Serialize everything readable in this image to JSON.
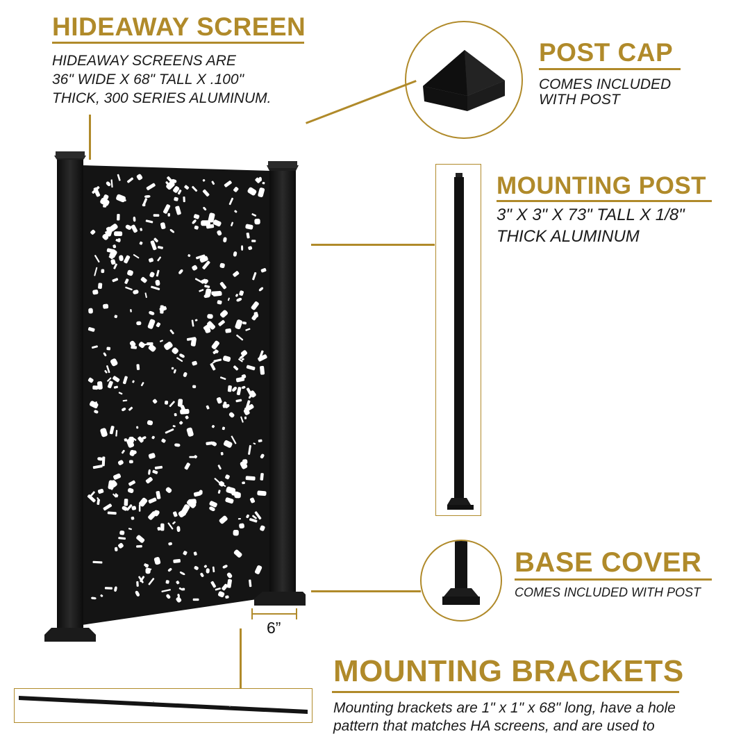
{
  "hideaway_screen": {
    "title": "HIDEAWAY SCREEN",
    "desc_line1": "HIDEAWAY SCREENS ARE",
    "desc_line2": "36\" WIDE X 68\" TALL X .100\"",
    "desc_line3": "THICK, 300 SERIES ALUMINUM."
  },
  "post_cap": {
    "title": "POST CAP",
    "desc_line1": "COMES INCLUDED",
    "desc_line2": "WITH POST"
  },
  "mounting_post": {
    "title": "MOUNTING POST",
    "desc_line1": "3\" X 3\" X 73\" TALL X 1/8\"",
    "desc_line2": "THICK ALUMINUM"
  },
  "base_cover": {
    "title": "BASE COVER",
    "desc_line1": "COMES INCLUDED WITH POST"
  },
  "mounting_brackets": {
    "title": "MOUNTING BRACKETS",
    "desc_line1": "Mounting brackets are 1\" x 1\" x 68\" long, have a hole",
    "desc_line2": "pattern that matches HA screens, and are used to"
  },
  "dimension": {
    "label": "6”"
  },
  "colors": {
    "accent": "#B08A2A",
    "product": "#141414",
    "text": "#1a1a1a"
  },
  "icons": [
    "post-cap-image",
    "mounting-post-image",
    "base-cover-image",
    "screen-image",
    "bracket-image"
  ]
}
